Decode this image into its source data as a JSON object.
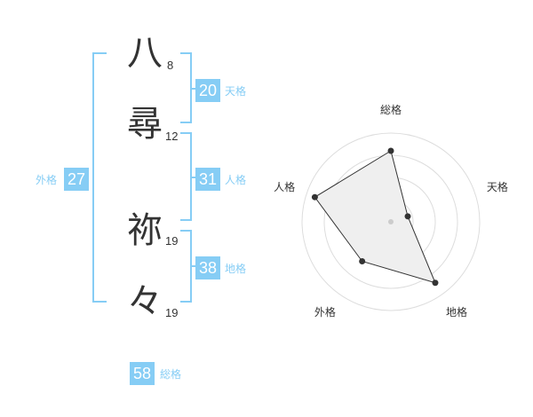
{
  "name_chars": [
    {
      "char": "八",
      "strokes": "8"
    },
    {
      "char": "尋",
      "strokes": "12"
    },
    {
      "char": "祢",
      "strokes": "19"
    },
    {
      "char": "々",
      "strokes": "19"
    }
  ],
  "kakusu": {
    "tenkaku": {
      "value": "20",
      "label": "天格"
    },
    "jinkaku": {
      "value": "31",
      "label": "人格"
    },
    "chikaku": {
      "value": "38",
      "label": "地格"
    },
    "gaikaku": {
      "value": "27",
      "label": "外格"
    },
    "soukaku": {
      "value": "58",
      "label": "総格"
    }
  },
  "colors": {
    "accent": "#86cdf5",
    "label_text": "#86cdf5",
    "radar_fill": "#efefef",
    "radar_line": "#333333"
  },
  "chart_data": {
    "type": "radar",
    "axes": [
      "総格",
      "天格",
      "地格",
      "外格",
      "人格"
    ],
    "values": [
      0.8,
      0.2,
      0.85,
      0.55,
      0.9
    ],
    "rings": 4
  }
}
